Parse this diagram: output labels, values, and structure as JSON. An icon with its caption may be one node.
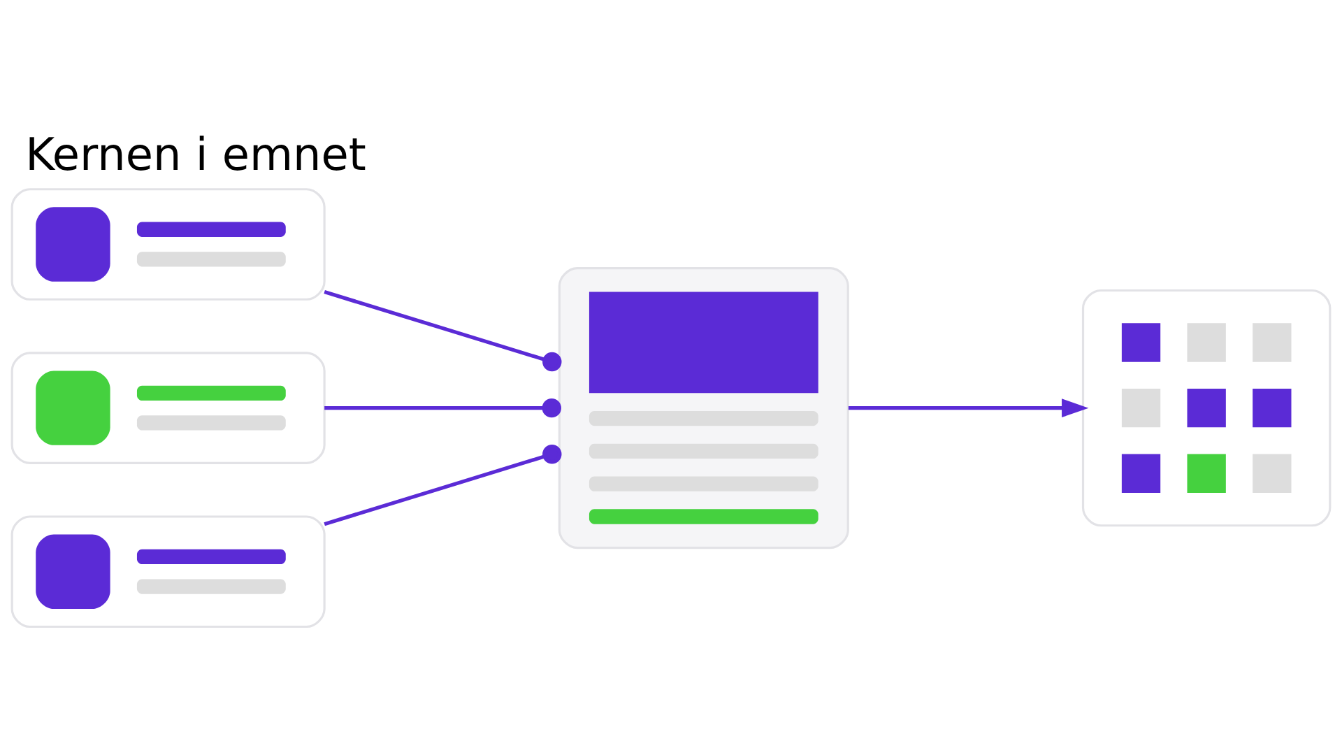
{
  "diagram": {
    "title": "Kernen i emnet",
    "nodes": [
      {
        "text": [],
        "shape": "box"
      },
      {
        "text": [],
        "shape": "box"
      },
      {
        "text": [],
        "shape": "box"
      },
      {
        "text": [],
        "shape": "box"
      },
      {
        "text": [],
        "shape": "box"
      }
    ],
    "edges": [
      {
        "from": 0,
        "to": 3,
        "arrow": "other"
      },
      {
        "from": 1,
        "to": 3,
        "arrow": "other"
      },
      {
        "from": 2,
        "to": 3,
        "arrow": "other"
      },
      {
        "from": 3,
        "to": 4,
        "arrow": "to"
      }
    ]
  }
}
